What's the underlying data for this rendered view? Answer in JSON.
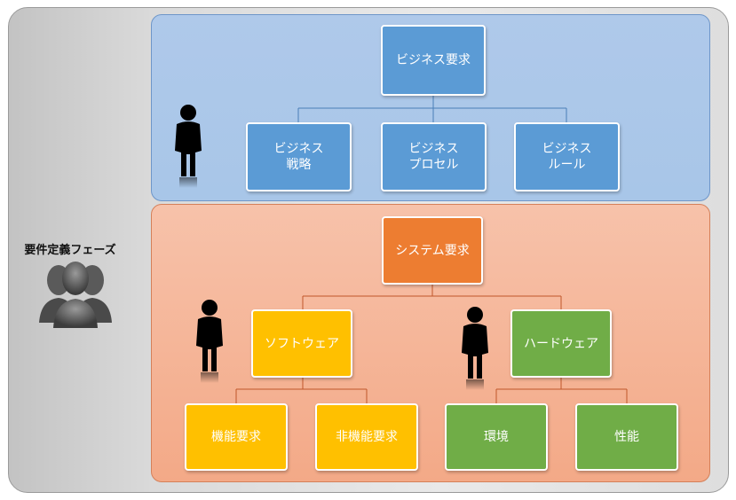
{
  "phase": {
    "label": "要件定義フェーズ"
  },
  "business": {
    "root": "ビジネス要求",
    "children": [
      "ビジネス\n戦略",
      "ビジネス\nプロセル",
      "ビジネス\nルール"
    ]
  },
  "system": {
    "root": "システム要求",
    "software": {
      "label": "ソフトウェア",
      "children": [
        "機能要求",
        "非機能要求"
      ]
    },
    "hardware": {
      "label": "ハードウェア",
      "children": [
        "環境",
        "性能"
      ]
    }
  },
  "colors": {
    "business_box": "#5b9bd5",
    "business_panel": "#a8c6e8",
    "system_root": "#ed7d31",
    "software": "#ffc000",
    "hardware": "#70ad47",
    "system_panel": "#f3a987"
  },
  "icons": {
    "phase": "user-group-icon",
    "person": "person-silhouette-icon"
  }
}
